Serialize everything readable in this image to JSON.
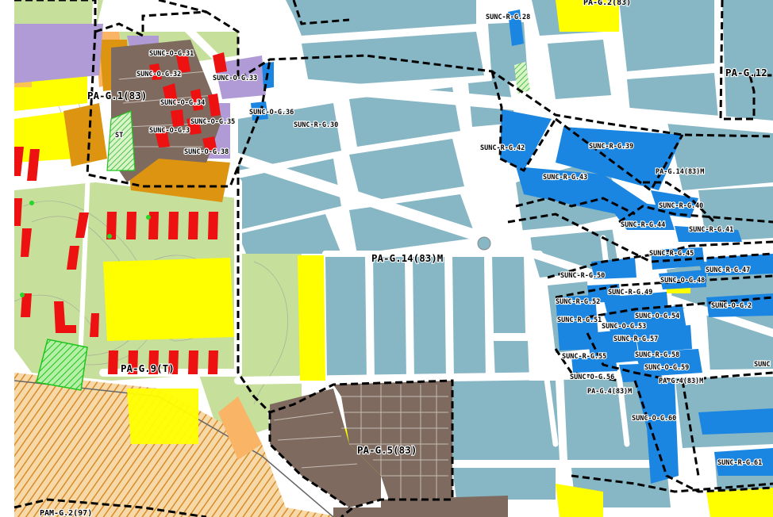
{
  "map": {
    "colors": {
      "background": "#ffffff",
      "residential": "#87b6c5",
      "development_unit": "#1a86e2",
      "green_space": "#c6df9b",
      "sports_yellow": "#ffff00",
      "equipment_red": "#ee1111",
      "historic_brown": "#7e6a5e",
      "orange": "#dd9411",
      "light_orange": "#f9b466",
      "purple": "#b09bd6",
      "hatch_green": "#27d627",
      "hatch_orange": "#e39a3a",
      "boundary": "#000000"
    },
    "icons": {
      "roundabout": "roundabout-icon",
      "hatch": "hatch-pattern"
    },
    "labels": {
      "pa_g1": "PA-G.1(83)",
      "st": "ST",
      "sunc_o_g31": "SUNC-O-G.31",
      "sunc_o_g32": "SUNC-O-G.32",
      "sunc_o_g33": "SUNC-O-G.33",
      "sunc_o_g34": "SUNC-O-G.34",
      "sunc_o_g35": "SUNC-O-G.3",
      "sunc_o_g38": "SUNC-O-G.38",
      "sunc_o_g36": "SUNC-O-G.36",
      "sunc_o_g35b": "SUNC-O-G.35",
      "sunc_r_g30": "SUNC-R-G.30",
      "sunc_r_g28": "SUNC-R-G.28",
      "pa_g12": "PA-G.12",
      "pa_g2_top": "PA-G.2(83)",
      "sunc_r_g42": "SUNC-R-G.42",
      "sunc_r_g39": "SUNC-R-G.39",
      "sunc_r_g43": "SUNC-R-G.43",
      "pa_g14_right": "PA-G.14(83)M",
      "pa_g14_center": "PA-G.14(83)M",
      "sunc_r_g40": "SUNC-R-G.40",
      "sunc_r_g44": "SUNC-R-G.44",
      "sunc_r_g41": "SUNC-R-G.41",
      "sunc_r_g45": "SUNC-R-G.45",
      "sunc_r_g47": "SUNC-R-G.47",
      "sunc_r_g50": "SUNC-R-G.50",
      "sunc_o_g48": "SUNC-O-G.48",
      "sunc_r_g49": "SUNC-R-G.49",
      "sunc_r_g52": "SUNC-R-G.52",
      "sunc_o_g2x": "SUNC-O-G.2",
      "sunc_r_g51": "SUNC-R-G.51",
      "sunc_o_g53": "SUNC-O-G.53",
      "sunc_o_g54": "SUNC-O-G.54",
      "sunc_r_g57": "SUNC-R-G.57",
      "sunc_r_g55": "SUNC-R-G.55",
      "sunc_r_g58": "SUNC-R-G.58",
      "sunc_o_g56": "SUNC-O-G.56",
      "sunc_o_g59": "SUNC-O-G.59",
      "sunc_edge": "SUNC",
      "pa_g4_left": "PA-G.4(83)M",
      "pa_g4_right": "PA-G.4(83)M",
      "sunc_o_g60": "SUNC-O-G.60",
      "sunc_r_g61": "SUNC-R-G.61",
      "pa_g9": "PA-G.9(T)",
      "pa_g5": "PA-G.5(83)",
      "pam_g2": "PAM-G.2(97)"
    }
  }
}
